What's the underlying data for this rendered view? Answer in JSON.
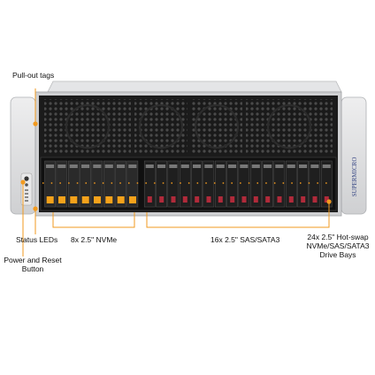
{
  "callouts": {
    "pull_out_tags": "Pull-out tags",
    "status_leds": "Status LEDs",
    "power_reset_line1": "Power and Reset",
    "power_reset_line2": "Button",
    "nvme_bays": "8x 2.5\" NVMe",
    "sas_sata_bays": "16x 2.5\" SAS/SATA3",
    "hot_swap_line1": "24x 2.5\" Hot-swap",
    "hot_swap_line2": "NVMe/SAS/SATA3",
    "hot_swap_line3": "Drive Bays"
  },
  "brand": {
    "logo_text": "SUPERMICRO"
  },
  "colors": {
    "chassis_silver": "#d9dadc",
    "chassis_dark": "#1b1b1b",
    "nvme_tag": "#f5a21b",
    "sas_tag": "#b02a3a",
    "callout_orange": "#f29a1f"
  },
  "drive_bays": {
    "nvme_count": 8,
    "sas_sata_count": 16
  }
}
